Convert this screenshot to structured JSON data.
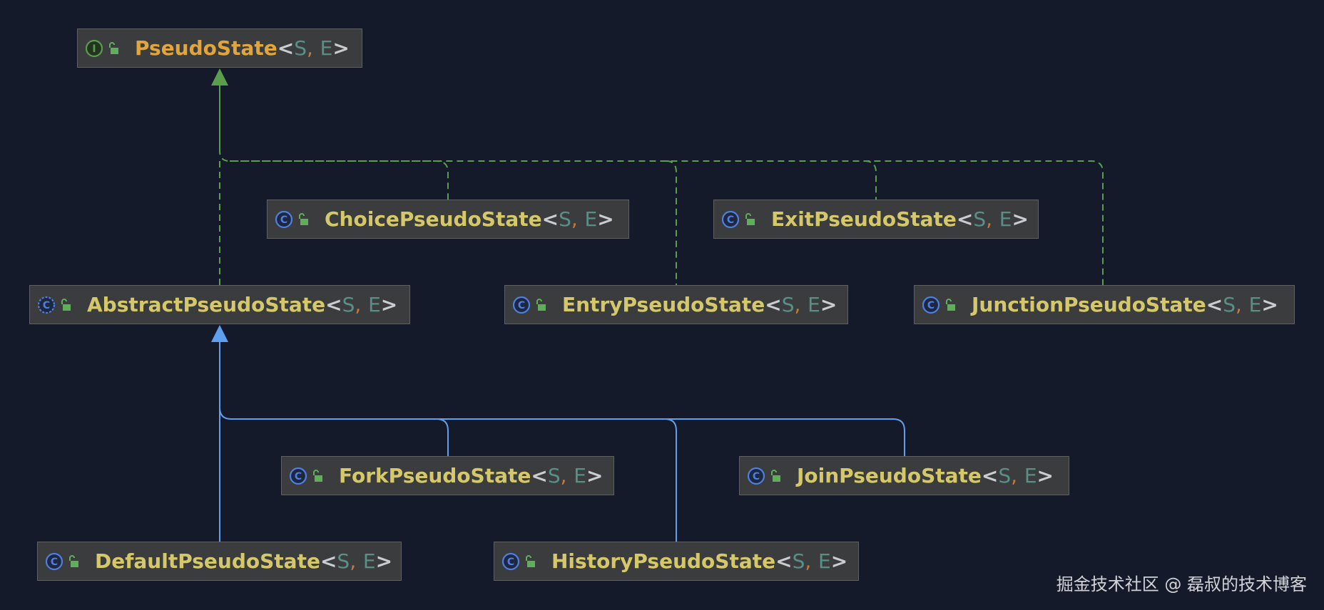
{
  "diagram": {
    "nodes": [
      {
        "id": "pseudo-state",
        "kind": "interface",
        "icon": "interface-icon",
        "name": "PseudoState",
        "type_params": [
          "S",
          "E"
        ]
      },
      {
        "id": "choice",
        "kind": "class",
        "icon": "class-icon",
        "name": "ChoicePseudoState",
        "type_params": [
          "S",
          "E"
        ]
      },
      {
        "id": "exit",
        "kind": "class",
        "icon": "class-icon",
        "name": "ExitPseudoState",
        "type_params": [
          "S",
          "E"
        ]
      },
      {
        "id": "abstract",
        "kind": "abstract-class",
        "icon": "abstract-class-icon",
        "name": "AbstractPseudoState",
        "type_params": [
          "S",
          "E"
        ]
      },
      {
        "id": "entry",
        "kind": "class",
        "icon": "class-icon",
        "name": "EntryPseudoState",
        "type_params": [
          "S",
          "E"
        ]
      },
      {
        "id": "junction",
        "kind": "class",
        "icon": "class-icon",
        "name": "JunctionPseudoState",
        "type_params": [
          "S",
          "E"
        ]
      },
      {
        "id": "fork",
        "kind": "class",
        "icon": "class-icon",
        "name": "ForkPseudoState",
        "type_params": [
          "S",
          "E"
        ]
      },
      {
        "id": "join",
        "kind": "class",
        "icon": "class-icon",
        "name": "JoinPseudoState",
        "type_params": [
          "S",
          "E"
        ]
      },
      {
        "id": "default",
        "kind": "class",
        "icon": "class-icon",
        "name": "DefaultPseudoState",
        "type_params": [
          "S",
          "E"
        ]
      },
      {
        "id": "history",
        "kind": "class",
        "icon": "class-icon",
        "name": "HistoryPseudoState",
        "type_params": [
          "S",
          "E"
        ]
      }
    ],
    "edges": [
      {
        "from": "choice",
        "to": "pseudo-state",
        "relation": "implements"
      },
      {
        "from": "exit",
        "to": "pseudo-state",
        "relation": "implements"
      },
      {
        "from": "abstract",
        "to": "pseudo-state",
        "relation": "implements"
      },
      {
        "from": "entry",
        "to": "pseudo-state",
        "relation": "implements"
      },
      {
        "from": "junction",
        "to": "pseudo-state",
        "relation": "implements"
      },
      {
        "from": "fork",
        "to": "abstract",
        "relation": "extends"
      },
      {
        "from": "join",
        "to": "abstract",
        "relation": "extends"
      },
      {
        "from": "default",
        "to": "abstract",
        "relation": "extends"
      },
      {
        "from": "history",
        "to": "abstract",
        "relation": "extends"
      }
    ],
    "colors": {
      "background": "#151a2b",
      "node_fill": "#3a3c3e",
      "node_border": "#5d6166",
      "implements_edge": "#5a9e4b",
      "extends_edge": "#5f9ff0",
      "class_name": "#d5c86b",
      "interface_name": "#e0a63b",
      "type_param": "#5a8f87",
      "comma": "#cc7832"
    }
  },
  "watermark": "掘金技术社区 @ 磊叔的技术博客"
}
